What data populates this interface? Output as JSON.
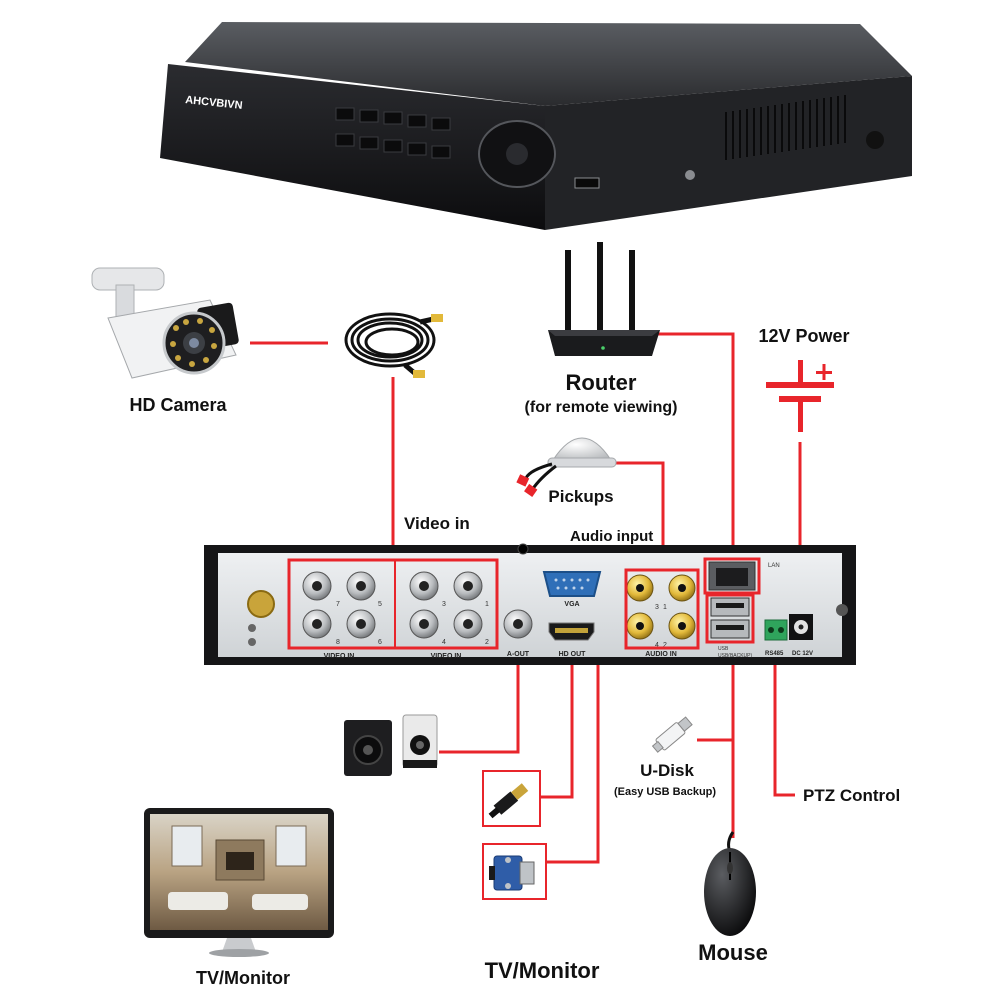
{
  "brand": "AHCVBIVN",
  "labels": {
    "hd_camera": "HD Camera",
    "router": "Router",
    "router_sub": "(for remote viewing)",
    "power": "12V Power",
    "pickups": "Pickups",
    "video_in": "Video in",
    "audio_input": "Audio input",
    "udisk": "U-Disk",
    "udisk_sub": "(Easy USB Backup)",
    "ptz": "PTZ Control",
    "mouse": "Mouse",
    "tv_monitor_left": "TV/Monitor",
    "tv_monitor_center": "TV/Monitor"
  },
  "panel_labels": {
    "video_in_left": "VIDEO IN",
    "video_in_right": "VIDEO IN",
    "a_out": "A-OUT",
    "vga": "VGA",
    "hd_out": "HD OUT",
    "audio_in": "AUDIO IN",
    "lan": "LAN",
    "usb_mouse": "USB",
    "usb_backup": "USB(BACKUP)",
    "rs485": "RS485",
    "dc12v": "DC 12V"
  },
  "bnc_numbers_left": [
    "7",
    "5",
    "8",
    "6"
  ],
  "bnc_numbers_right": [
    "3",
    "1",
    "4",
    "2"
  ],
  "rca_numbers": [
    "3",
    "1",
    "4",
    "2"
  ],
  "colors": {
    "accent": "#e8252b",
    "device": "#1c1c1e",
    "panel": "#e4e6e8"
  },
  "icons": [
    "dvr-device",
    "camera",
    "cable-reel",
    "router",
    "power-symbol",
    "microphone",
    "speakers",
    "hdmi-plug",
    "vga-plug",
    "usb-stick",
    "mouse",
    "monitor"
  ]
}
